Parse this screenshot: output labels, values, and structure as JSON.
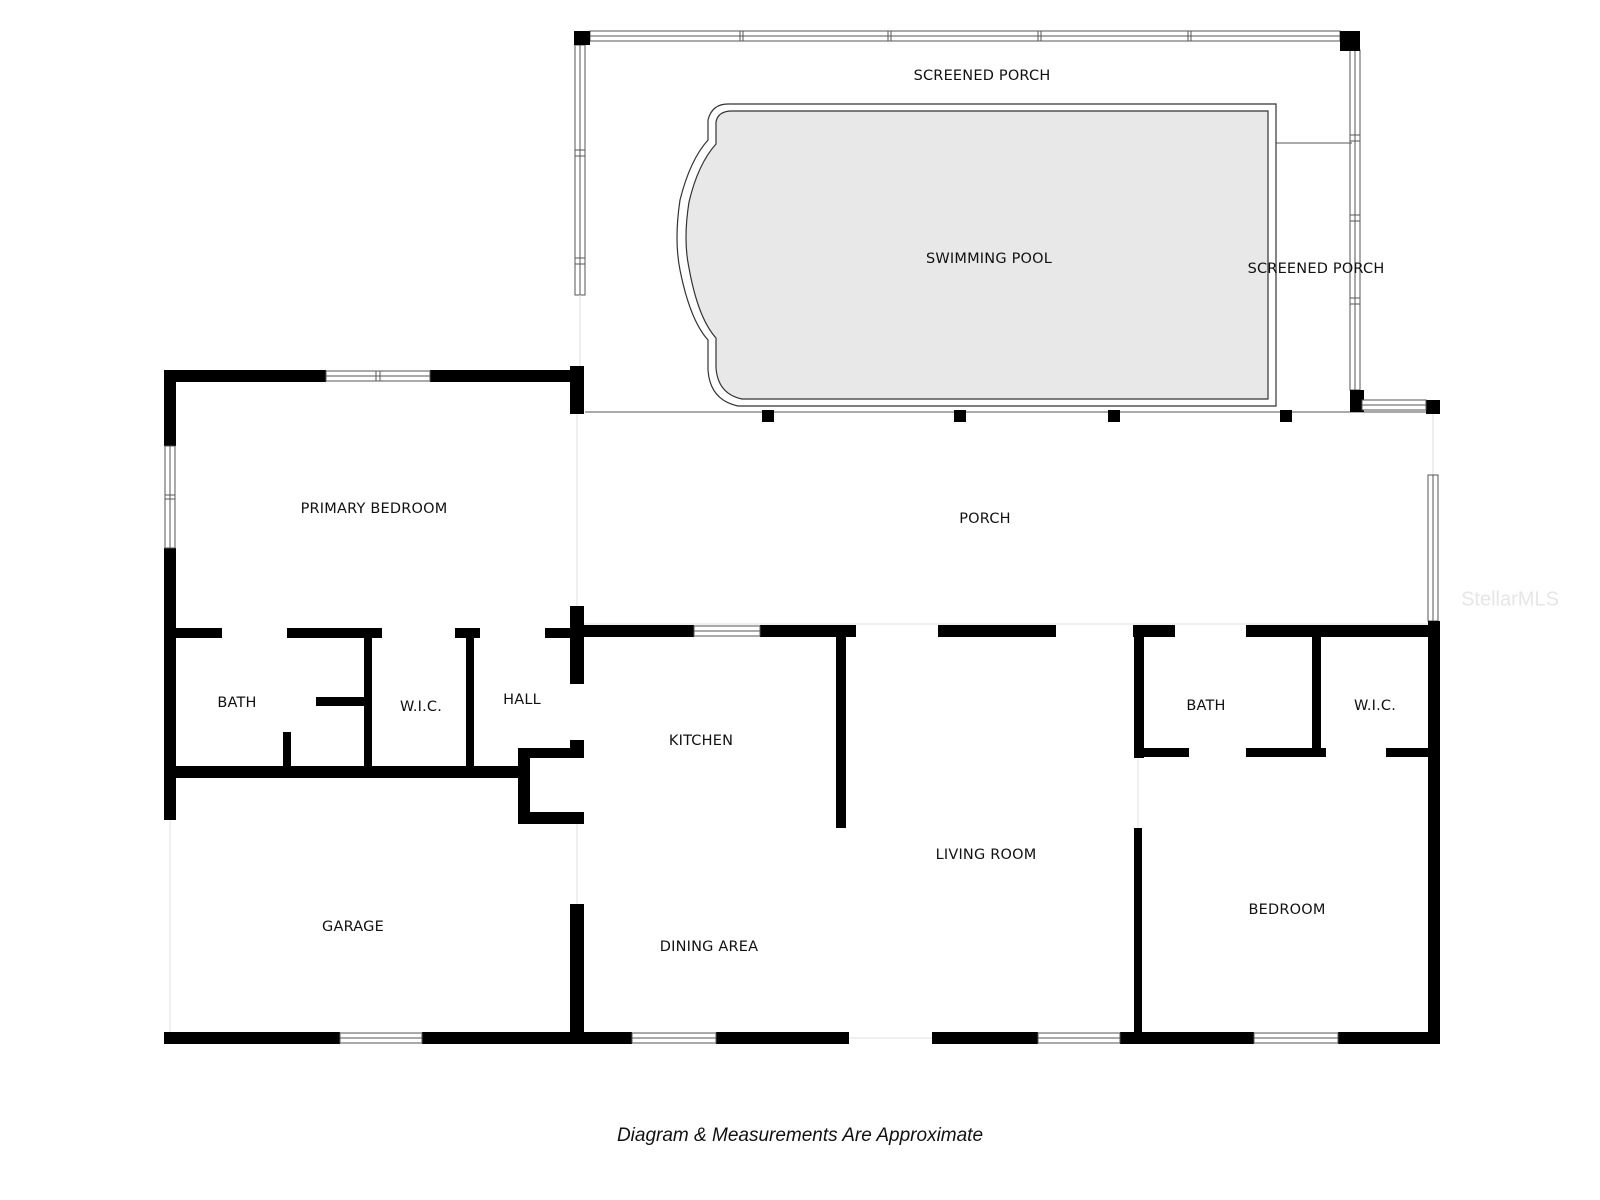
{
  "rooms": {
    "screened_porch_top": "SCREENED PORCH",
    "swimming_pool": "SWIMMING POOL",
    "screened_porch_right": "SCREENED PORCH",
    "primary_bedroom": "PRIMARY BEDROOM",
    "porch": "PORCH",
    "bath_left": "BATH",
    "wic_left": "W.I.C.",
    "hall": "HALL",
    "kitchen": "KITCHEN",
    "bath_right": "BATH",
    "wic_right": "W.I.C.",
    "living_room": "LIVING ROOM",
    "bedroom": "BEDROOM",
    "garage": "GARAGE",
    "dining_area": "DINING AREA"
  },
  "caption": "Diagram & Measurements Are Approximate",
  "watermark": "StellarMLS",
  "colors": {
    "wall": "#000000",
    "pool_fill": "#e8e8e8",
    "background": "#ffffff"
  }
}
